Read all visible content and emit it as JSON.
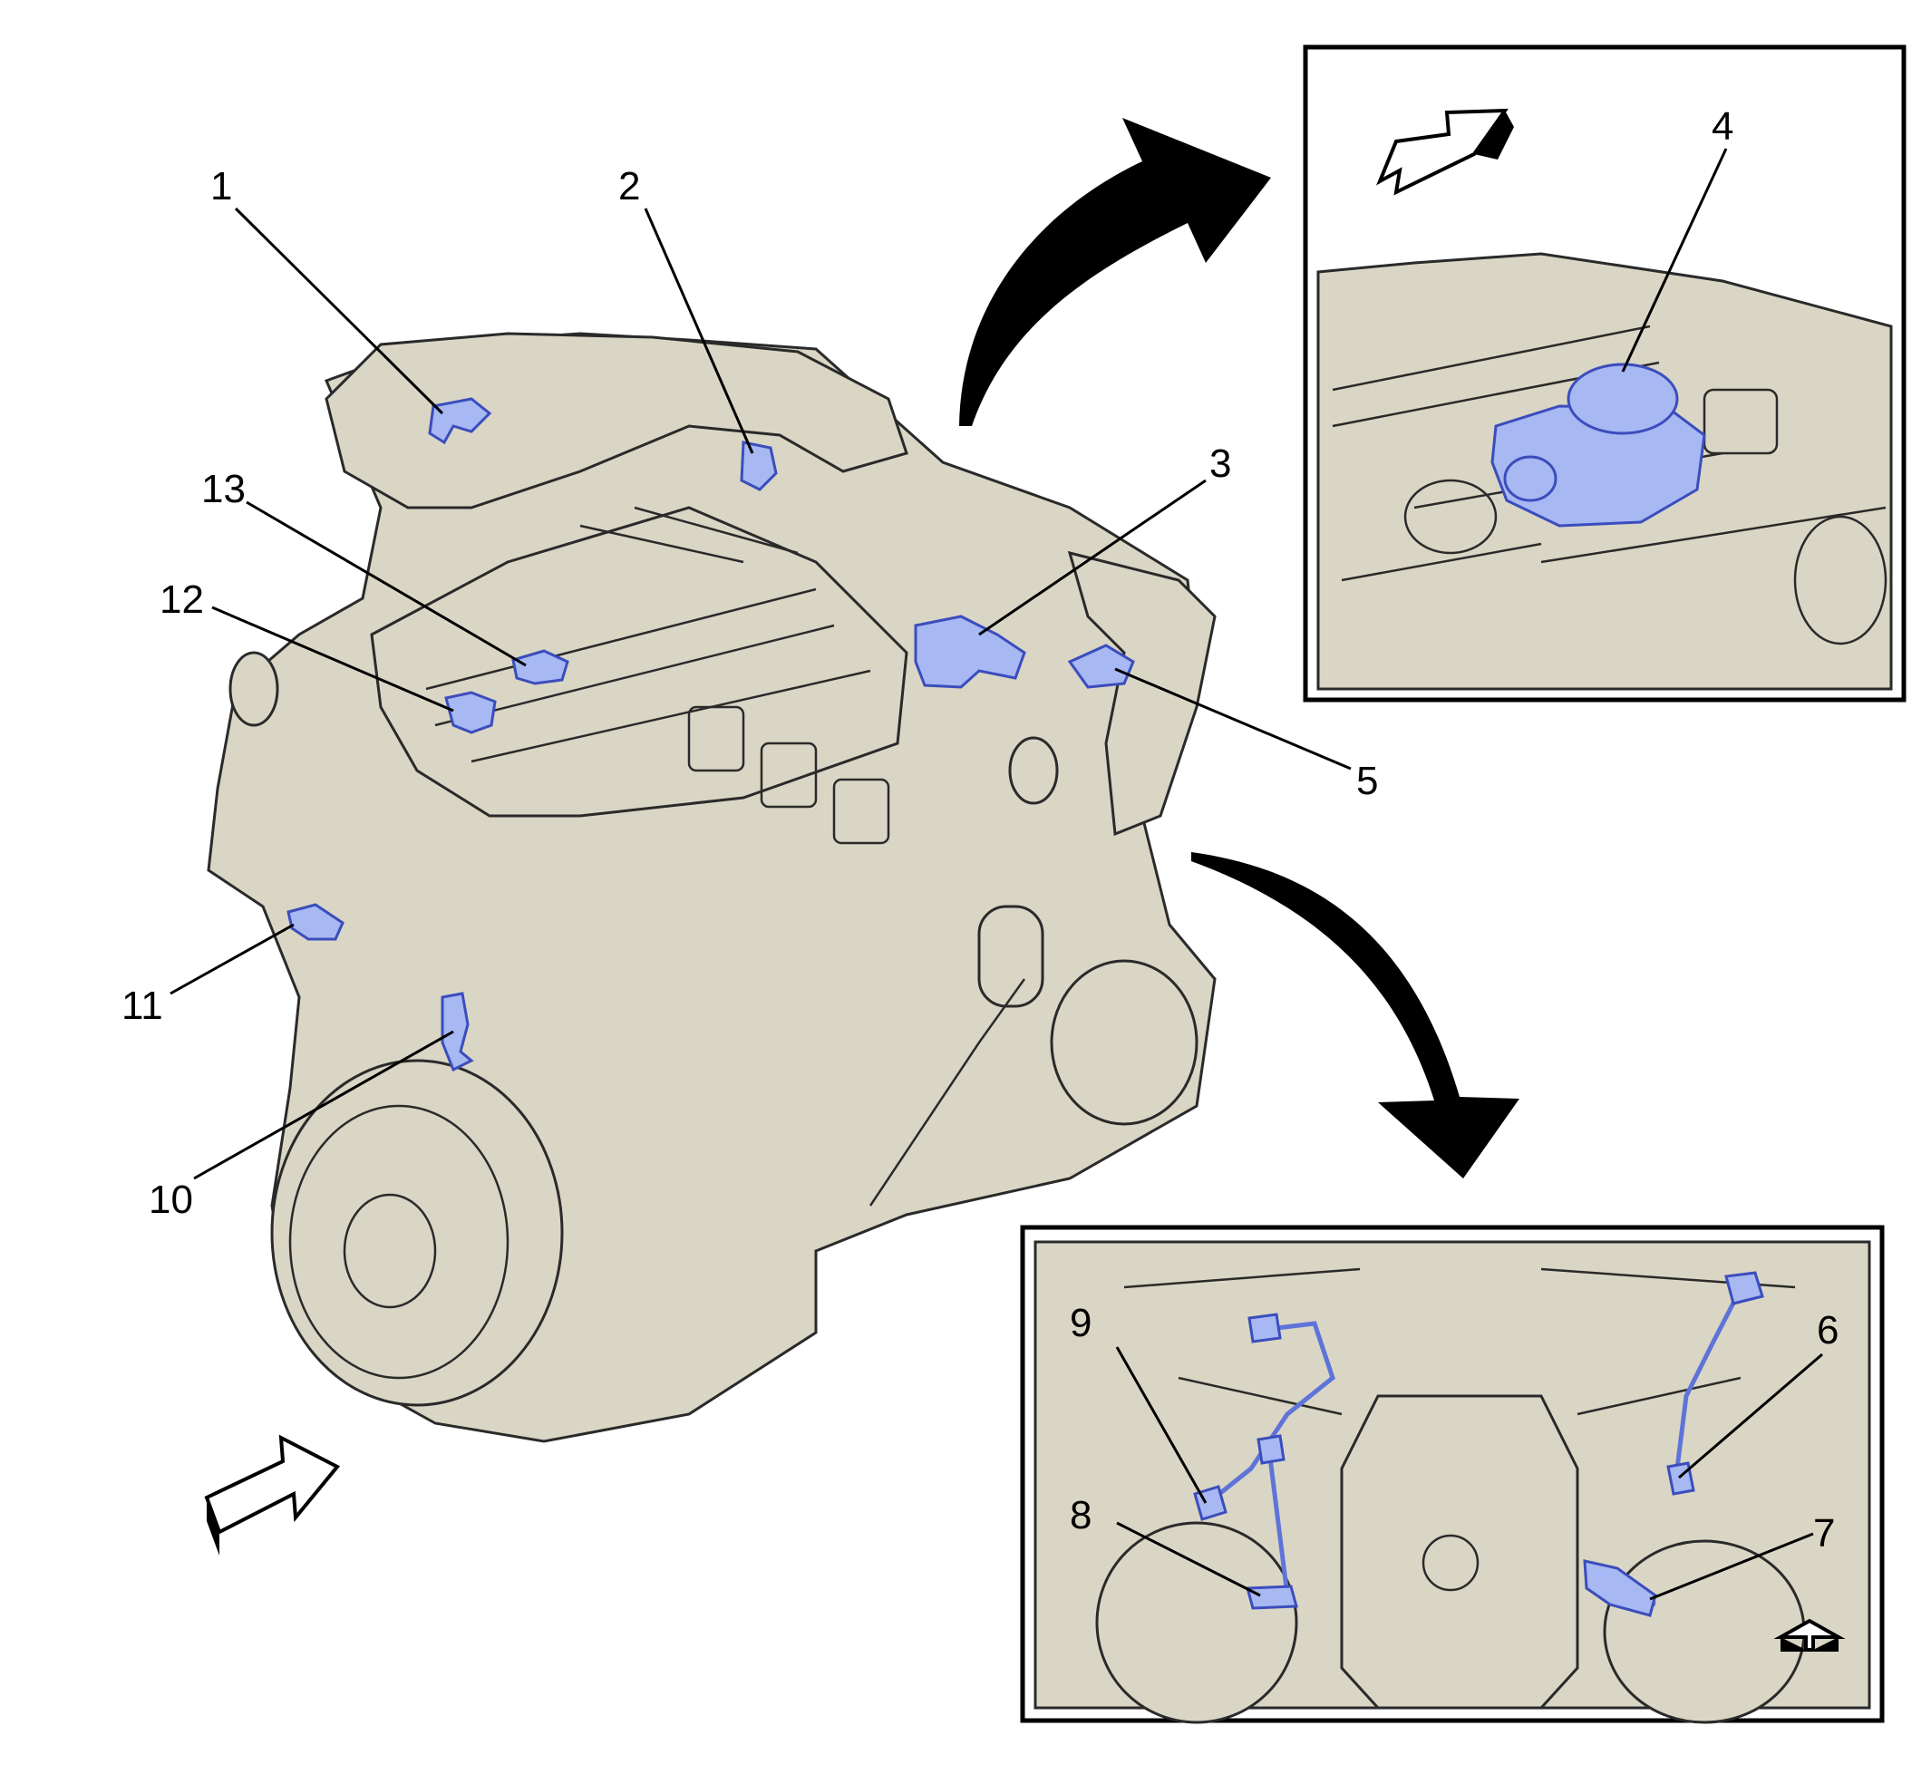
{
  "diagram": {
    "callouts": [
      {
        "id": "1",
        "label": "1"
      },
      {
        "id": "2",
        "label": "2"
      },
      {
        "id": "3",
        "label": "3"
      },
      {
        "id": "4",
        "label": "4"
      },
      {
        "id": "5",
        "label": "5"
      },
      {
        "id": "6",
        "label": "6"
      },
      {
        "id": "7",
        "label": "7"
      },
      {
        "id": "8",
        "label": "8"
      },
      {
        "id": "9",
        "label": "9"
      },
      {
        "id": "10",
        "label": "10"
      },
      {
        "id": "11",
        "label": "11"
      },
      {
        "id": "12",
        "label": "12"
      },
      {
        "id": "13",
        "label": "13"
      }
    ],
    "colors": {
      "engine_fill": "#d9d6c5",
      "component_highlight": "#a7b8f2",
      "component_outline": "#3b4dbd",
      "line": "#000000",
      "background": "#ffffff"
    },
    "icons": [
      "view-direction-arrow-icon",
      "inset-pointer-arrow-icon"
    ]
  }
}
